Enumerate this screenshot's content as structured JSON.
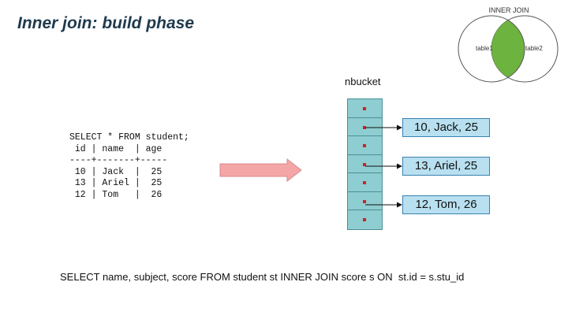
{
  "title": "Inner join: build phase",
  "venn": {
    "title": "INNER JOIN",
    "left_label": "table1",
    "right_label": "table2",
    "highlight_color": "#6db33f"
  },
  "query_result": {
    "lines": [
      "SELECT * FROM student;",
      " id | name  | age",
      "----+-------+-----",
      " 10 | Jack  |  25",
      " 13 | Ariel |  25",
      " 12 | Tom   |  26"
    ]
  },
  "hash_table": {
    "label": "nbucket",
    "bucket_count": 7,
    "entries": [
      {
        "bucket": 1,
        "text": "10, Jack, 25"
      },
      {
        "bucket": 3,
        "text": "13, Ariel, 25"
      },
      {
        "bucket": 5,
        "text": "12, Tom, 26"
      }
    ]
  },
  "join_query": "SELECT name, subject, score FROM student st INNER JOIN score s ON  st.id = s.stu_id",
  "colors": {
    "title": "#1f3a4d",
    "bucket_fill": "#8ecdd1",
    "entry_fill": "#b8e0f0",
    "arrow_fill": "#f4a6a6",
    "marker": "#d42020"
  }
}
